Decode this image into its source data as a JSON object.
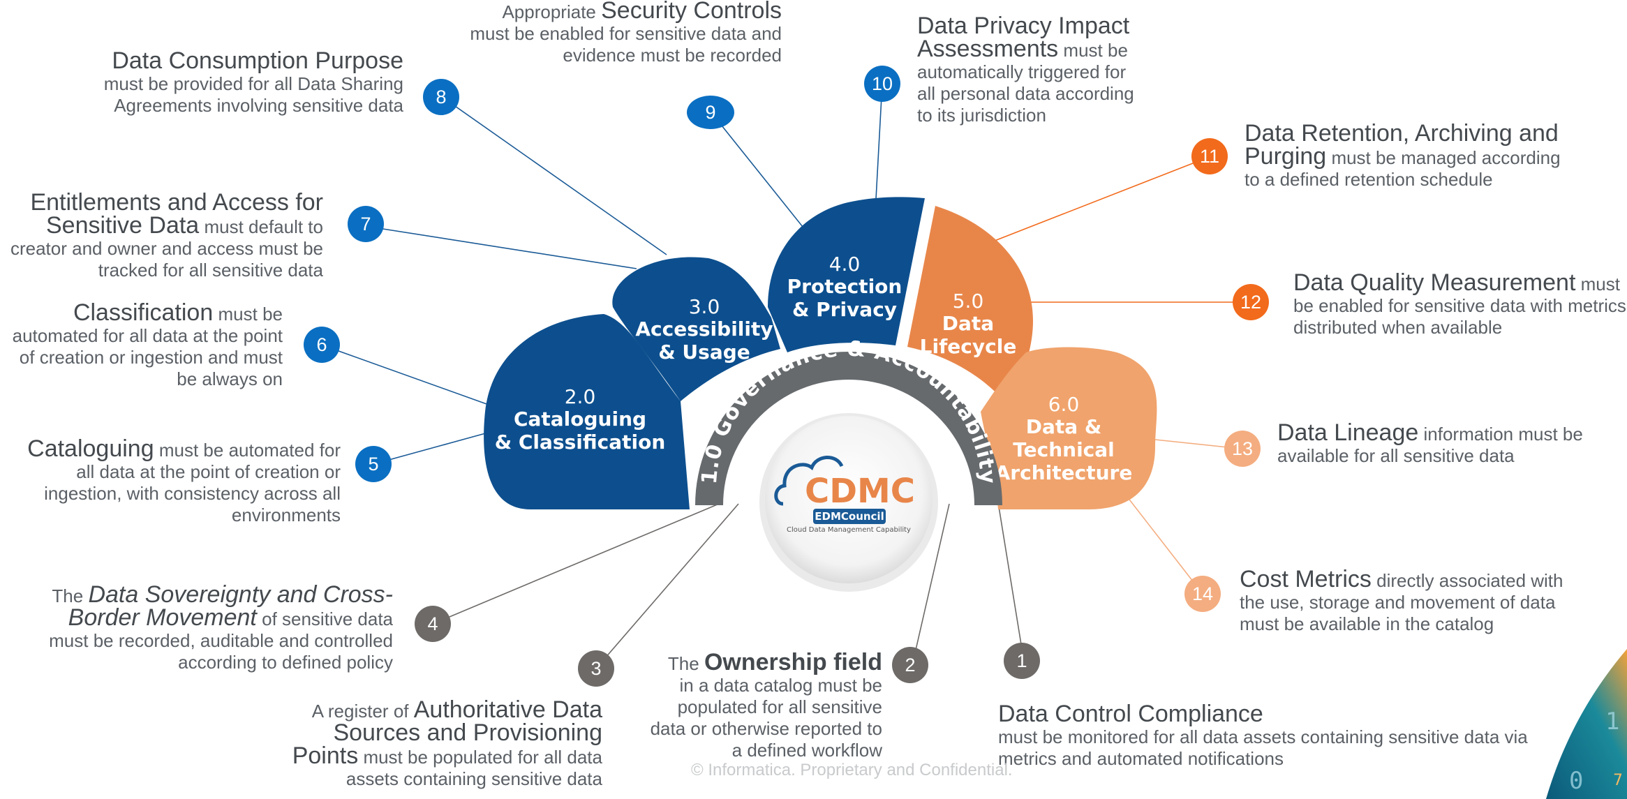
{
  "segments": [
    {
      "num": "2.0",
      "line1": "Cataloguing",
      "line2": "& Classification"
    },
    {
      "num": "3.0",
      "line1": "Accessibility",
      "line2": "& Usage"
    },
    {
      "num": "4.0",
      "line1": "Protection",
      "line2": "& Privacy"
    },
    {
      "num": "5.0",
      "line1": "Data",
      "line2": "Lifecycle"
    },
    {
      "num": "6.0",
      "line1": "Data &",
      "line2": "Technical",
      "line3": "Architecture"
    }
  ],
  "governance_label": "1.0 Governance & Accountability",
  "logo": {
    "text": "CDMC",
    "org": "EDMCouncil",
    "subtitle": "Cloud Data Management Capability"
  },
  "badges": [
    "1",
    "2",
    "3",
    "4",
    "5",
    "6",
    "7",
    "8",
    "9",
    "10",
    "11",
    "12",
    "13",
    "14"
  ],
  "items": {
    "i1": {
      "title": "Data Control Compliance",
      "body": "must be monitored for all data assets containing sensitive data via metrics and automated notifications"
    },
    "i2": {
      "pre": "The",
      "title": "Ownership field",
      "post": "in",
      "body": "a data catalog must be populated for all sensitive data or otherwise reported to a defined workflow"
    },
    "i3": {
      "pre": "A register of",
      "title": "Authoritative Data Sources and Provisioning Points",
      "body": "must be populated for all data assets containing sensitive data"
    },
    "i4": {
      "pre": "The",
      "title": "Data Sovereignty and Cross-Border Movement",
      "body": "of sensitive data must be recorded, auditable and controlled according to defined policy"
    },
    "i5": {
      "title": "Cataloguing",
      "body": "must be automated for all data at the point of creation or ingestion, with consistency across all environments"
    },
    "i6": {
      "title": "Classification",
      "body": "must be automated for all data at the point of creation or ingestion and must be always on"
    },
    "i7": {
      "title": "Entitlements and Access for Sensitive Data",
      "body": "must default to creator and owner and access must be tracked for all sensitive data"
    },
    "i8": {
      "title": "Data Consumption Purpose",
      "body": "must be provided for all Data Sharing Agreements involving sensitive data"
    },
    "i9": {
      "pre": "Appropriate",
      "title": "Security Controls",
      "body": "must be enabled for sensitive data and evidence must be recorded"
    },
    "i10": {
      "title": "Data Privacy Impact Assessments",
      "body": "must be automatically triggered for all personal data according to its jurisdiction"
    },
    "i11": {
      "title": "Data Retention, Archiving and Purging",
      "body": "must be managed according to a defined retention schedule"
    },
    "i12": {
      "title": "Data Quality Measurement",
      "body": "must be enabled for sensitive data with metrics distributed when available"
    },
    "i13": {
      "title": "Data Lineage",
      "body": "information must be available for all sensitive data"
    },
    "i14": {
      "title": "Cost Metrics",
      "body": "directly associated with the use, storage and movement of data must be available in the catalog"
    }
  },
  "footer": "© Informatica. Proprietary and Confidential.",
  "page_number": "7",
  "colors": {
    "blue_dark": "#0d4f8e",
    "blue_badge": "#0a6fc2",
    "orange": "#e8864a",
    "orange_light": "#f0a36c",
    "orange_badge": "#f26a1b",
    "orange_badge_light": "#f4ad80",
    "gray_badge": "#6d6a68",
    "gray_arch": "#666a6d"
  }
}
